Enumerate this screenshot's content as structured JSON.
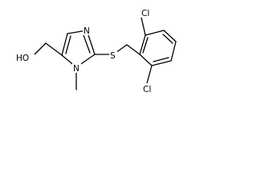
{
  "molecule": {
    "atom_labels": {
      "hydroxyl": "HO",
      "ring_nitrogen_top": "N",
      "ring_nitrogen_methyl": "N",
      "sulfur": "S",
      "chlorine_top": "Cl",
      "chlorine_bottom": "Cl"
    },
    "colors": {
      "bond": "#000000",
      "label": "#000000",
      "background": "#ffffff"
    }
  }
}
